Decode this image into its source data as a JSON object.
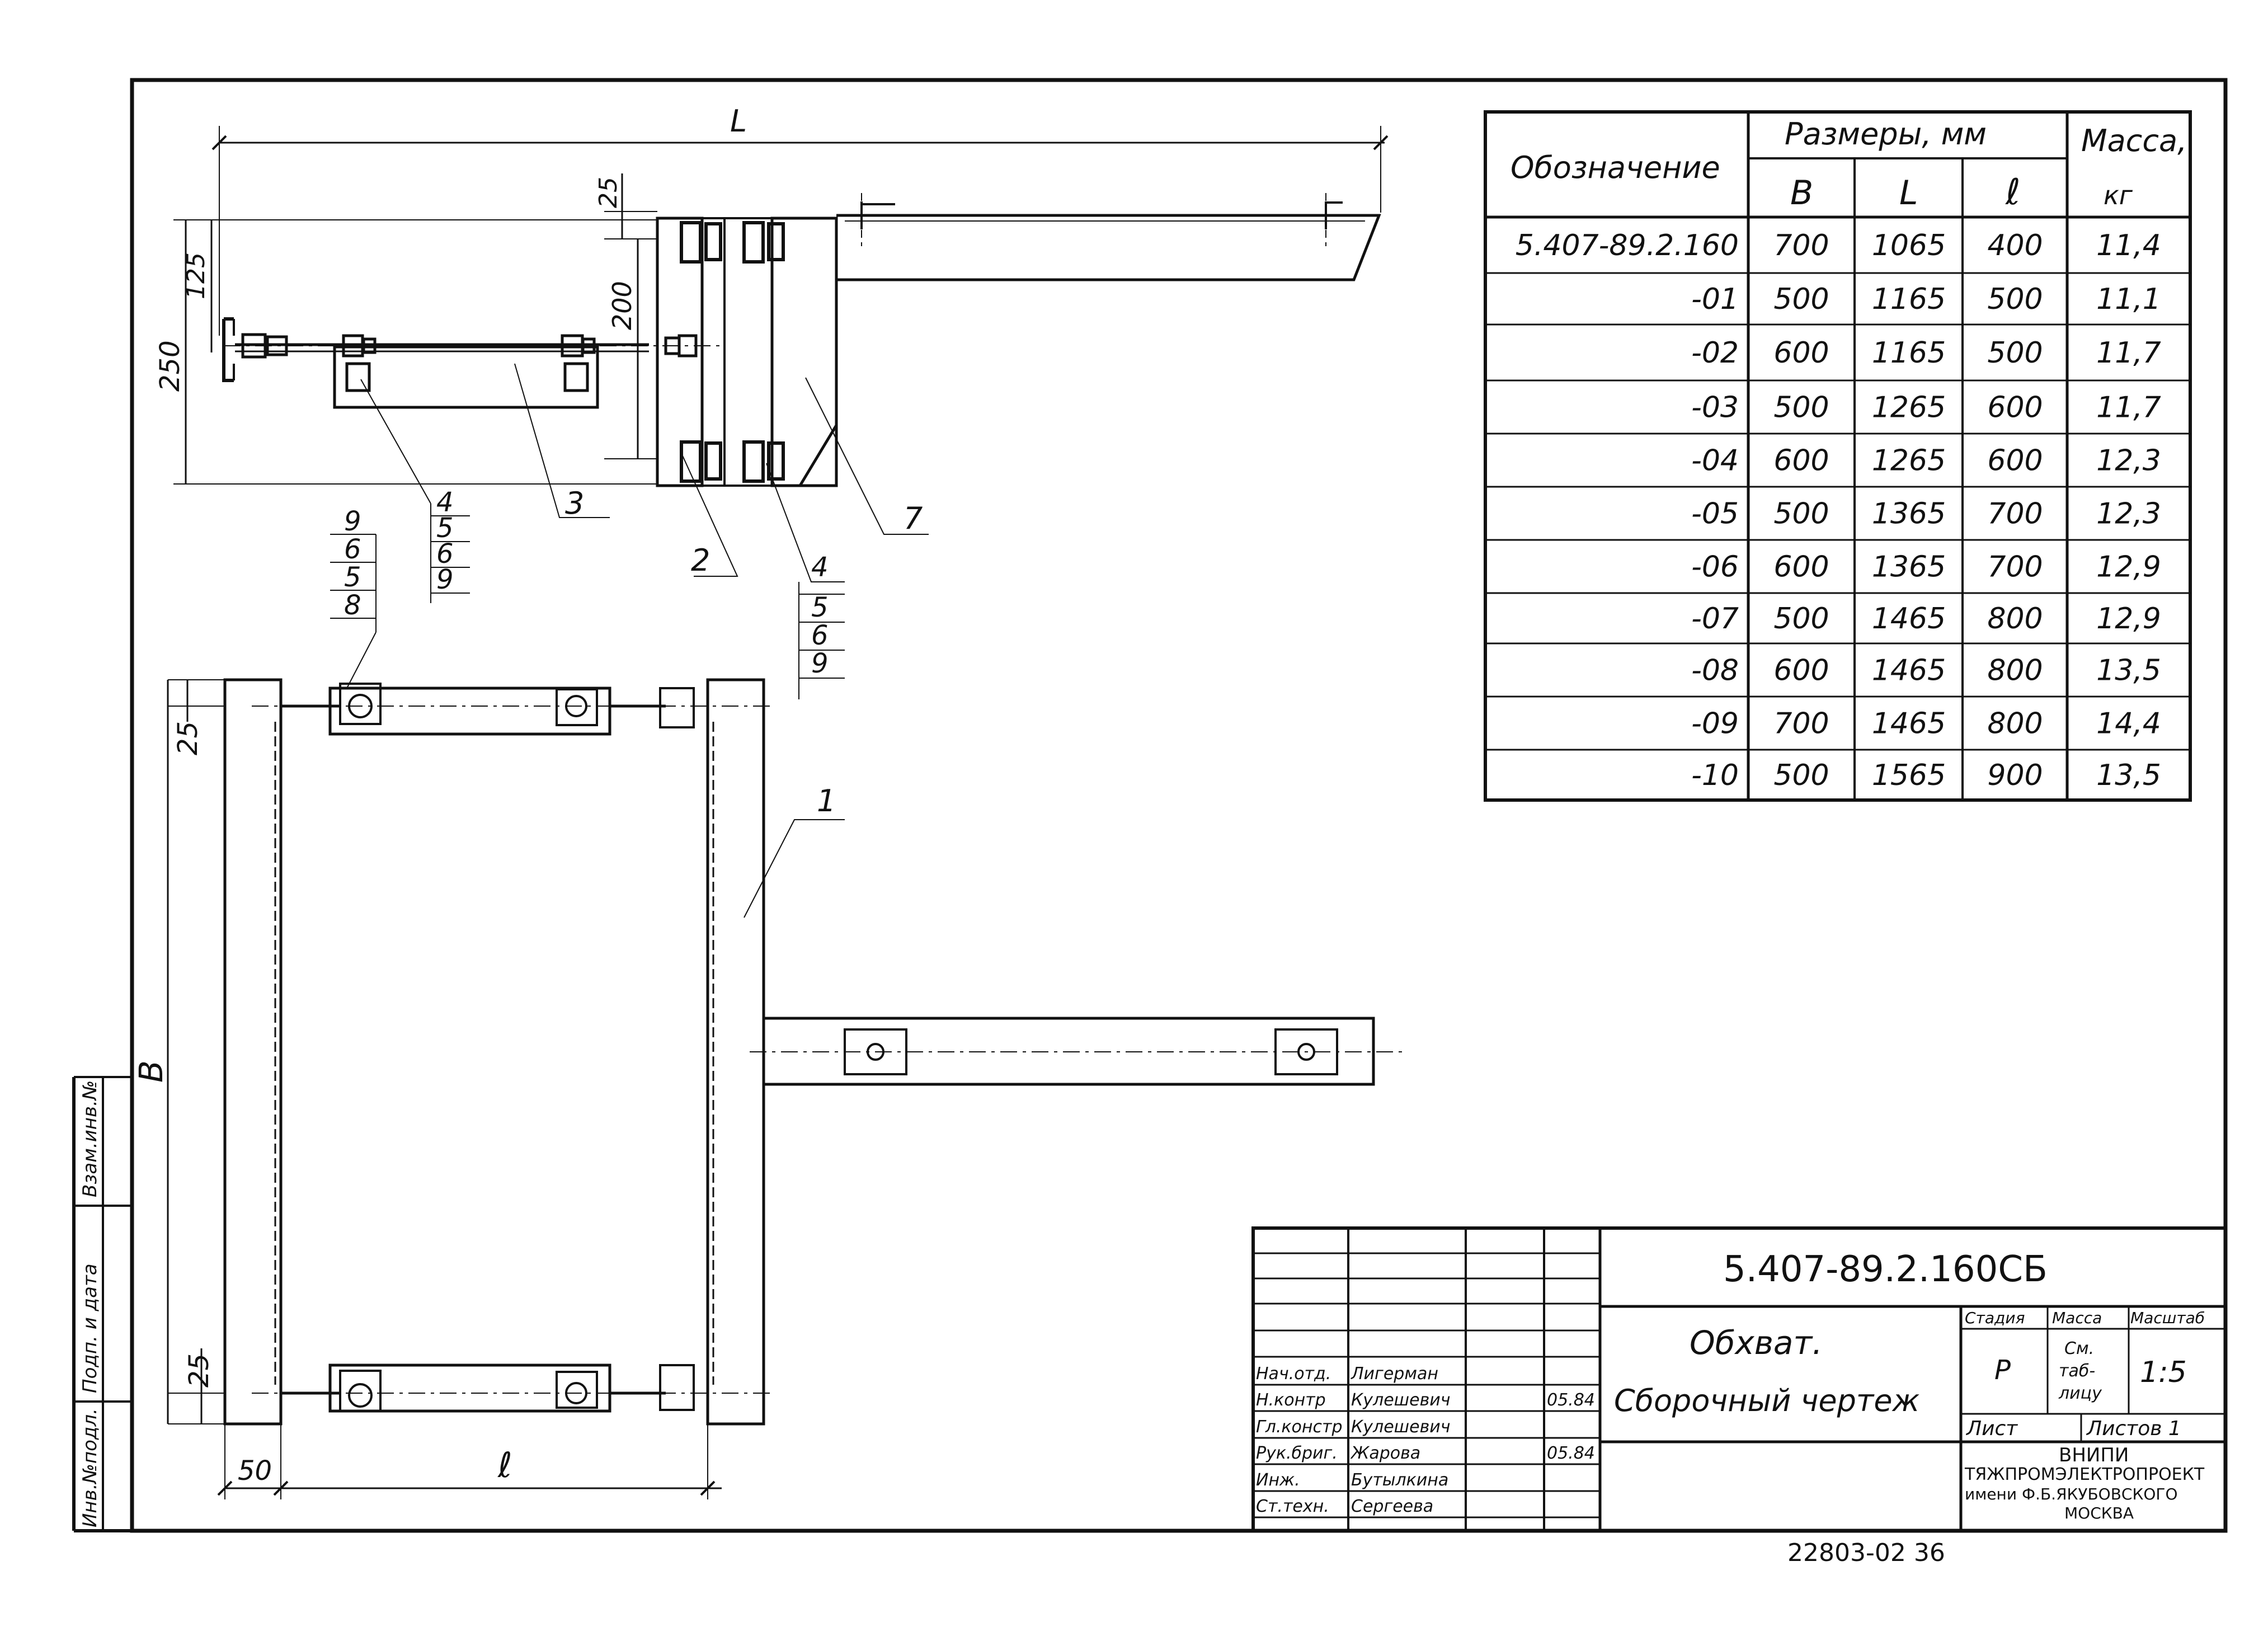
{
  "table": {
    "header_designation": "Обозначение",
    "header_sizes": "Размеры, мм",
    "header_mass": "Масса,",
    "header_mass_unit": "кг",
    "col_B": "B",
    "col_L": "L",
    "col_l": "ℓ",
    "rows": [
      {
        "designation": "5.407-89.2.160",
        "B": "700",
        "L": "1065",
        "l": "400",
        "mass": "11,4"
      },
      {
        "designation": "-01",
        "B": "500",
        "L": "1165",
        "l": "500",
        "mass": "11,1"
      },
      {
        "designation": "-02",
        "B": "600",
        "L": "1165",
        "l": "500",
        "mass": "11,7"
      },
      {
        "designation": "-03",
        "B": "500",
        "L": "1265",
        "l": "600",
        "mass": "11,7"
      },
      {
        "designation": "-04",
        "B": "600",
        "L": "1265",
        "l": "600",
        "mass": "12,3"
      },
      {
        "designation": "-05",
        "B": "500",
        "L": "1365",
        "l": "700",
        "mass": "12,3"
      },
      {
        "designation": "-06",
        "B": "600",
        "L": "1365",
        "l": "700",
        "mass": "12,9"
      },
      {
        "designation": "-07",
        "B": "500",
        "L": "1465",
        "l": "800",
        "mass": "12,9"
      },
      {
        "designation": "-08",
        "B": "600",
        "L": "1465",
        "l": "800",
        "mass": "13,5"
      },
      {
        "designation": "-09",
        "B": "700",
        "L": "1465",
        "l": "800",
        "mass": "14,4"
      },
      {
        "designation": "-10",
        "B": "500",
        "L": "1565",
        "l": "900",
        "mass": "13,5"
      }
    ]
  },
  "dimensions": {
    "L": "L",
    "d25_top": "25",
    "d125": "125",
    "d250": "250",
    "d200": "200",
    "d25_side_top": "25",
    "d25_side_bottom": "25",
    "B": "B",
    "d50": "50",
    "l": "ℓ"
  },
  "callouts": {
    "c1": "1",
    "c2": "2",
    "c3": "3",
    "c7": "7",
    "stack_a": [
      "4",
      "5",
      "6",
      "9"
    ],
    "stack_b": [
      "4",
      "5",
      "6",
      "9"
    ],
    "stack_c": [
      "9",
      "6",
      "5",
      "8"
    ]
  },
  "side_stamp": {
    "inv_podl": "Инв.№подл.",
    "podp_data": "Подп. и дата",
    "vzam_inv": "Взам.инв.№"
  },
  "title_block": {
    "doc_code": "5.407-89.2.160СБ",
    "title_line1": "Обхват.",
    "title_line2": "Сборочный чертеж",
    "stage_label": "Стадия",
    "mass_label": "Масса",
    "scale_label": "Масштаб",
    "stage_value": "Р",
    "mass_value_1": "См.",
    "mass_value_2": "таб-",
    "mass_value_3": "лицу",
    "scale_value": "1:5",
    "sheet_label": "Лист",
    "sheets_label": "Листов 1",
    "org_1": "ВНИПИ",
    "org_2": "ТЯЖПРОМЭЛЕКТРОПРОЕКТ",
    "org_3": "имени Ф.Б.ЯКУБОВСКОГО",
    "org_4": "МОСКВА",
    "roles": [
      {
        "role": "Нач.отд.",
        "name": "Лигерман",
        "date": ""
      },
      {
        "role": "Н.контр",
        "name": "Кулешевич",
        "date": "05.84"
      },
      {
        "role": "Гл.констр",
        "name": "Кулешевич",
        "date": ""
      },
      {
        "role": "Рук.бриг.",
        "name": "Жарова",
        "date": "05.84"
      },
      {
        "role": "Инж.",
        "name": "Бутылкина",
        "date": ""
      },
      {
        "role": "Ст.техн.",
        "name": "Сергеева",
        "date": ""
      }
    ]
  },
  "footer_code": "22803-02  36"
}
